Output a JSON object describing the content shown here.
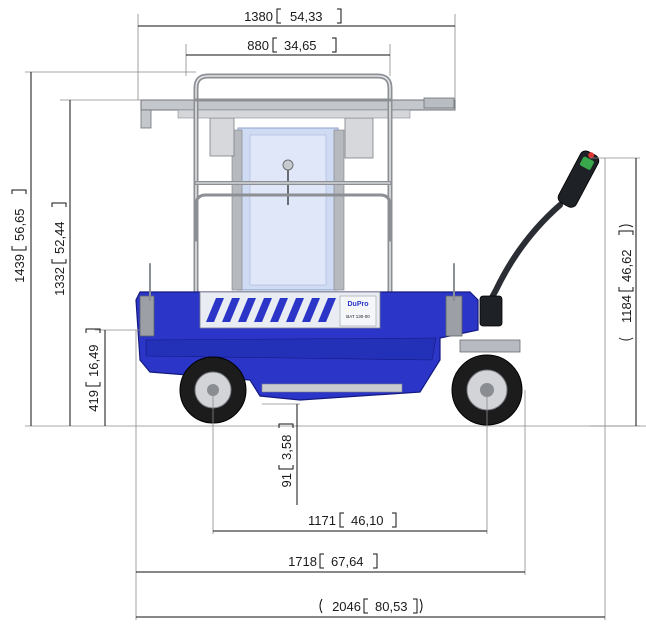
{
  "dimensions": {
    "overall_length": {
      "mm": "2046",
      "in": "80,53"
    },
    "chassis_length": {
      "mm": "1718",
      "in": "67,64"
    },
    "wheelbase": {
      "mm": "1171",
      "in": "46,10"
    },
    "platform_width": {
      "mm": "1380",
      "in": "54,33"
    },
    "cage_width": {
      "mm": "880",
      "in": "34,65"
    },
    "overall_height": {
      "mm": "1439",
      "in": "56,65"
    },
    "platform_height": {
      "mm": "1332",
      "in": "52,44"
    },
    "deck_height": {
      "mm": "419",
      "in": "16,49"
    },
    "ground_clearance": {
      "mm": "91",
      "in": "3,58"
    },
    "handle_height": {
      "mm": "1184",
      "in": "46,62"
    }
  },
  "machine": {
    "brand_label": "DuPro",
    "model_label": "BAT 130-00"
  },
  "colors": {
    "body_blue": "#2b36c9",
    "body_dark": "#1a1f8f",
    "frame_grey": "#9a9da2",
    "mast_blue": "#c9d6f2",
    "tire": "#1c1c1c"
  }
}
